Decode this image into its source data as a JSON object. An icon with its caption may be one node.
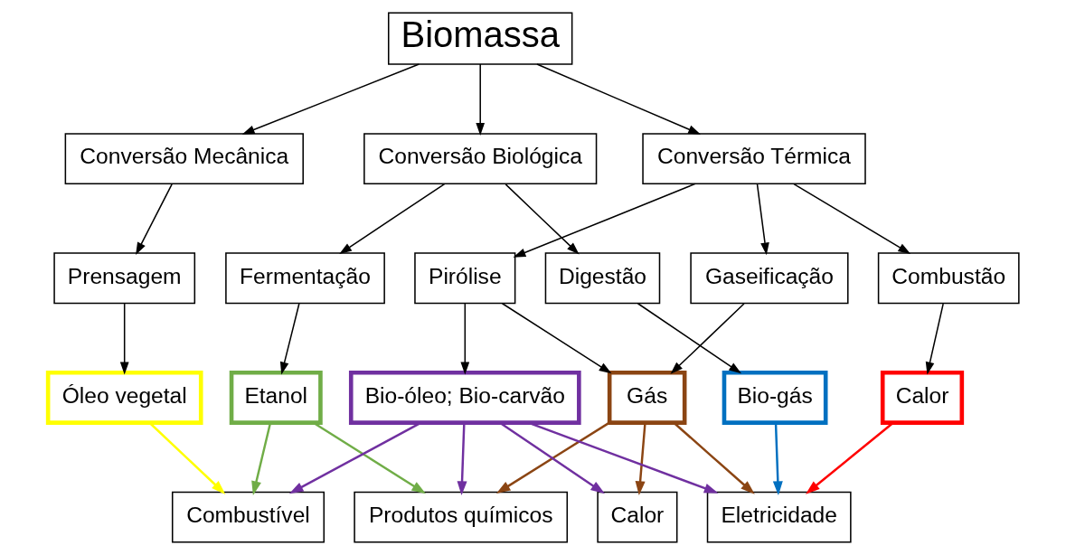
{
  "diagram": {
    "nodes": [
      {
        "text": [
          "Biomassa"
        ]
      },
      {
        "text": [
          "Conversão Mecânica"
        ]
      },
      {
        "text": [
          "Conversão Biológica"
        ]
      },
      {
        "text": [
          "Conversão Térmica"
        ]
      },
      {
        "text": [
          "Prensagem"
        ]
      },
      {
        "text": [
          "Digestão"
        ]
      },
      {
        "text": [
          "Fermentação"
        ]
      },
      {
        "text": [
          "Combustão"
        ]
      },
      {
        "text": [
          "Gaseificação"
        ]
      },
      {
        "text": [
          "Pirólise"
        ]
      },
      {
        "text": [
          "Óleo vegetal"
        ]
      },
      {
        "text": [
          "Bio-gás"
        ]
      },
      {
        "text": [
          "Etanol"
        ]
      },
      {
        "text": [
          "Calor"
        ]
      },
      {
        "text": [
          "Gás"
        ]
      },
      {
        "text": [
          "Bio-óleo; Bio-carvão"
        ]
      },
      {
        "text": [
          "Combustível"
        ]
      },
      {
        "text": [
          "Eletricidade"
        ]
      },
      {
        "text": [
          "Calor"
        ]
      },
      {
        "text": [
          "Produtos químicos"
        ]
      }
    ],
    "edges": [
      {
        "from": 0,
        "to": 1,
        "arrow": "to"
      },
      {
        "from": 0,
        "to": 2,
        "arrow": "to"
      },
      {
        "from": 0,
        "to": 3,
        "arrow": "to"
      },
      {
        "from": 1,
        "to": 4,
        "arrow": "to"
      },
      {
        "from": 2,
        "to": 5,
        "arrow": "to"
      },
      {
        "from": 2,
        "to": 6,
        "arrow": "to"
      },
      {
        "from": 3,
        "to": 7,
        "arrow": "to"
      },
      {
        "from": 3,
        "to": 8,
        "arrow": "to"
      },
      {
        "from": 3,
        "to": 9,
        "arrow": "to"
      },
      {
        "from": 4,
        "to": 10,
        "arrow": "to"
      },
      {
        "from": 5,
        "to": 11,
        "arrow": "to"
      },
      {
        "from": 6,
        "to": 12,
        "arrow": "to"
      },
      {
        "from": 7,
        "to": 13,
        "arrow": "to"
      },
      {
        "from": 8,
        "to": 14,
        "arrow": "to"
      },
      {
        "from": 9,
        "to": 14,
        "arrow": "to"
      },
      {
        "from": 9,
        "to": 15,
        "arrow": "to"
      },
      {
        "from": 10,
        "to": 16,
        "arrow": "to",
        "color": "#ffff00"
      },
      {
        "from": 11,
        "to": 17,
        "arrow": "to",
        "color": "#0070c0"
      },
      {
        "from": 12,
        "to": 16,
        "arrow": "to",
        "color": "#70ad47"
      },
      {
        "from": 12,
        "to": 19,
        "arrow": "to",
        "color": "#70ad47"
      },
      {
        "from": 13,
        "to": 17,
        "arrow": "to",
        "color": "#ff0000"
      },
      {
        "from": 14,
        "to": 17,
        "arrow": "to",
        "color": "#8b4513"
      },
      {
        "from": 14,
        "to": 18,
        "arrow": "to",
        "color": "#8b4513"
      },
      {
        "from": 14,
        "to": 19,
        "arrow": "to",
        "color": "#8b4513"
      },
      {
        "from": 15,
        "to": 16,
        "arrow": "to",
        "color": "#7030a0"
      },
      {
        "from": 15,
        "to": 17,
        "arrow": "to",
        "color": "#7030a0"
      },
      {
        "from": 15,
        "to": 18,
        "arrow": "to",
        "color": "#7030a0"
      },
      {
        "from": 15,
        "to": 19,
        "arrow": "to",
        "color": "#7030a0"
      }
    ]
  }
}
